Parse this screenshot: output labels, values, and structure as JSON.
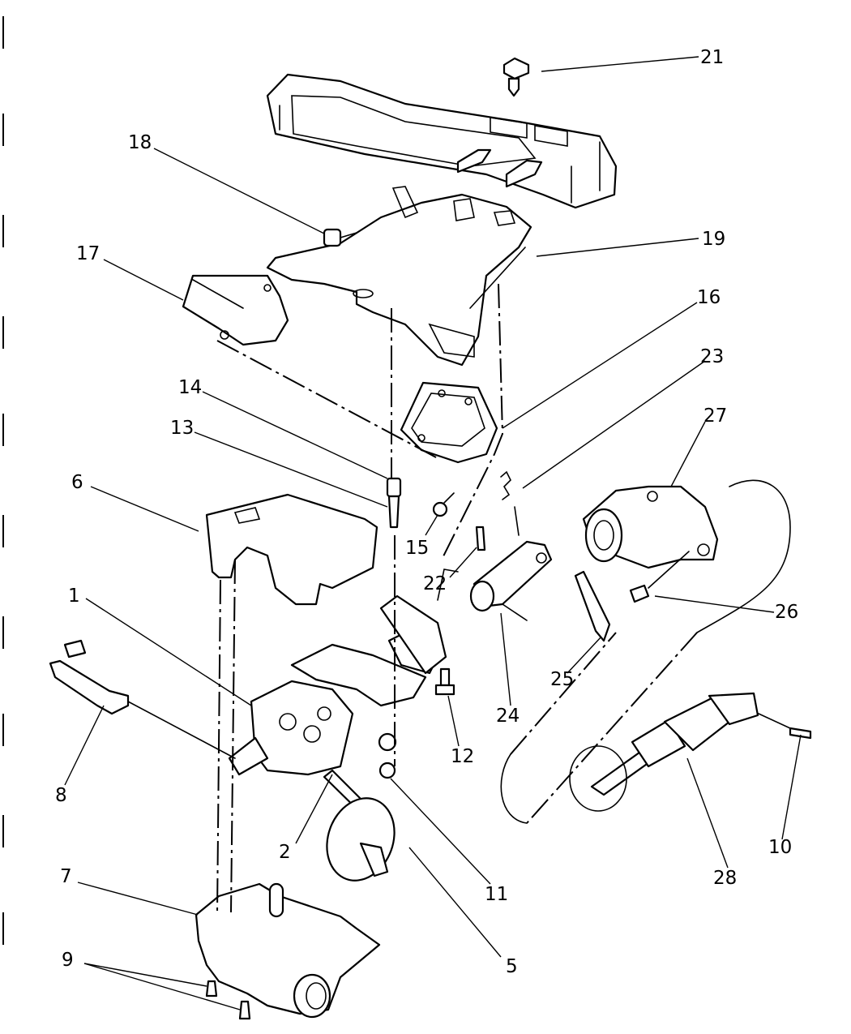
{
  "diagram": {
    "callouts": [
      "21",
      "18",
      "19",
      "17",
      "16",
      "23",
      "14",
      "13",
      "27",
      "6",
      "15",
      "22",
      "1",
      "26",
      "25",
      "24",
      "12",
      "8",
      "10",
      "2",
      "11",
      "28",
      "7",
      "5",
      "9"
    ]
  }
}
